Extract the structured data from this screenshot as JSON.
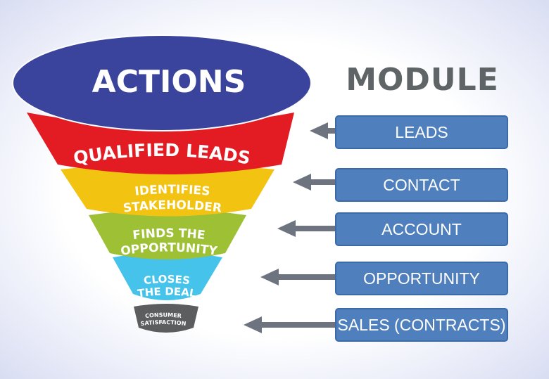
{
  "funnel": {
    "header": "ACTIONS",
    "stages": [
      {
        "label": "QUALIFIED LEADS",
        "color": "#e31b23"
      },
      {
        "line1": "IDENTIFIES",
        "line2": "STAKEHOLDER",
        "color": "#f3c312"
      },
      {
        "line1": "FINDS THE",
        "line2": "OPPORTUNITY",
        "color": "#9ec034"
      },
      {
        "line1": "CLOSES",
        "line2": "THE DEAL",
        "color": "#45c3eb"
      },
      {
        "line1": "CONSUMER",
        "line2": "SATISFACTION",
        "color": "#5b5d5e"
      }
    ],
    "header_color": "#3a449d"
  },
  "module": {
    "title": "MODULE",
    "items": [
      "LEADS",
      "CONTACT",
      "ACCOUNT",
      "OPPORTUNITY",
      "SALES (CONTRACTS)"
    ],
    "box_color": "#4f7fbd",
    "arrow_color": "#6d7480"
  }
}
